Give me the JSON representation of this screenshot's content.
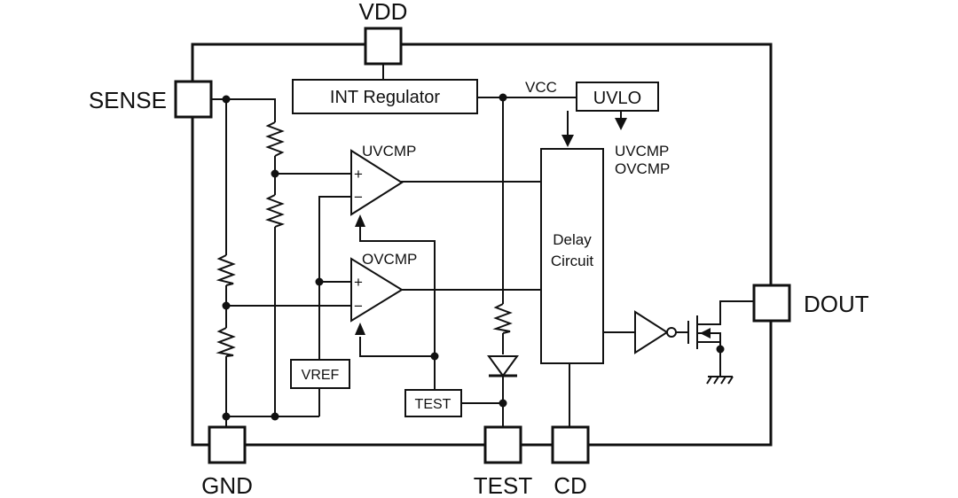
{
  "pins": {
    "vdd": "VDD",
    "sense": "SENSE",
    "gnd": "GND",
    "test": "TEST",
    "cd": "CD",
    "dout": "DOUT"
  },
  "blocks": {
    "int_regulator": "INT Regulator",
    "uvlo": "UVLO",
    "vref": "VREF",
    "test_box": "TEST",
    "delay_line1": "Delay",
    "delay_line2": "Circuit"
  },
  "labels": {
    "vcc": "VCC",
    "uvcmp": "UVCMP",
    "ovcmp": "OVCMP",
    "uvlo_out_line1": "UVCMP",
    "uvlo_out_line2": "OVCMP",
    "plus": "+",
    "minus": "−"
  }
}
